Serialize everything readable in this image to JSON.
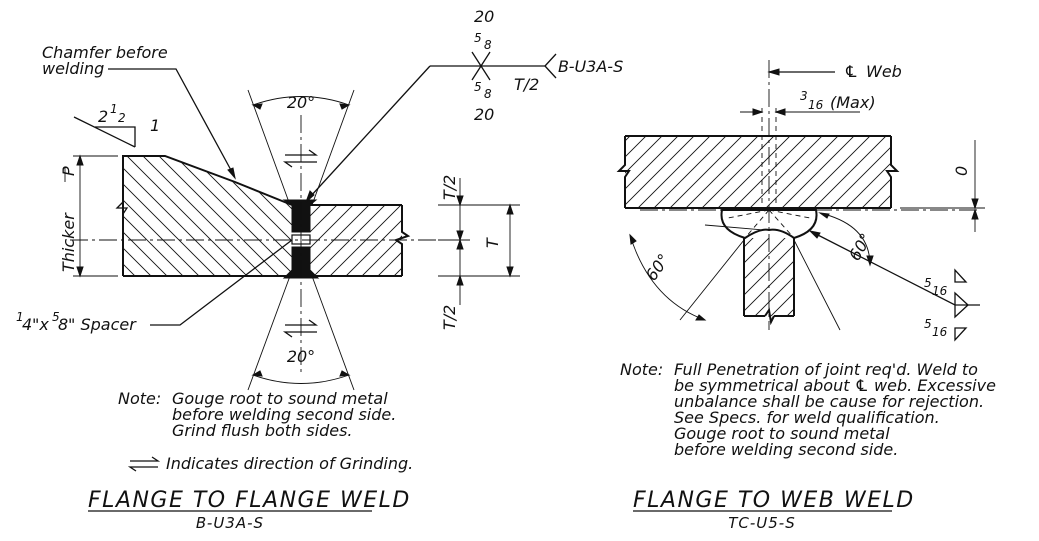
{
  "left_detail": {
    "title": "FLANGE TO FLANGE WELD",
    "subtitle": "B-U3A-S",
    "chamfer_label_line1": "Chamfer before",
    "chamfer_label_line2": "welding",
    "slope_run": "2",
    "slope_run_frac": "1",
    "slope_run_frac2": "2",
    "slope_rise": "1",
    "angle_top": "20°",
    "angle_bottom": "20°",
    "thicker_label": "Thicker",
    "plate_symbol": "P",
    "dim_half_top": "T/2",
    "dim_total": "T",
    "dim_half_bottom": "T/2",
    "spacer_label_a": "1",
    "spacer_label_b": "4",
    "spacer_label_c": "\"x",
    "spacer_label_d": "5",
    "spacer_label_e": "8",
    "spacer_label_f": "\" Spacer",
    "weld_symbol": {
      "top_angle": "20",
      "top_size_num": "5",
      "top_size_den": "8",
      "bottom_size_num": "5",
      "bottom_size_den": "8",
      "bottom_angle": "20",
      "tail_depth": "T/2",
      "reference": "B-U3A-S"
    },
    "note_prefix": "Note:",
    "note_lines": [
      "Gouge root to sound metal",
      "before welding second side.",
      "Grind flush both sides."
    ],
    "grinding_note": "Indicates direction of Grinding."
  },
  "right_detail": {
    "title": "FLANGE TO WEB WELD",
    "subtitle": "TC-U5-S",
    "web_centerline": "Web",
    "centerline_symbol": "℄",
    "gap_num": "3",
    "gap_den": "16",
    "gap_suffix": "(Max)",
    "dim_zero": "0",
    "angle_left": "60°",
    "angle_right": "60°",
    "fillet_top_num": "5",
    "fillet_top_den": "16",
    "fillet_bottom_num": "5",
    "fillet_bottom_den": "16",
    "note_prefix": "Note:",
    "note_lines": [
      "Full Penetration of joint req'd.  Weld to",
      "be symmetrical about ℄ web.  Excessive",
      "unbalance shall be cause for rejection.",
      "See Specs. for weld qualification.",
      "Gouge root to sound metal",
      "before welding second side."
    ]
  }
}
